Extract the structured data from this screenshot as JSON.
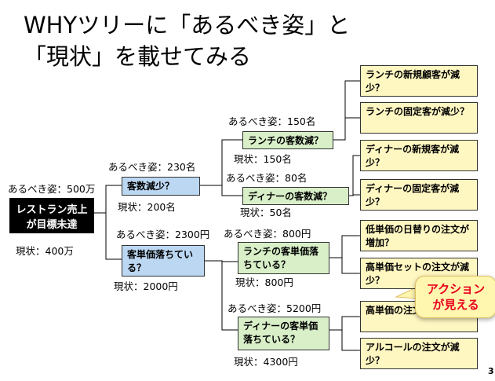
{
  "title": {
    "line1": "WHYツリーに「あるべき姿」と",
    "line2": "「現状」を載せてみる"
  },
  "root": {
    "label": "レストラン売上が目標未達",
    "ideal": "あるべき姿：500万",
    "current": "現状：400万"
  },
  "level1": [
    {
      "label": "客数減少？",
      "ideal": "あるべき姿：230名",
      "current": "現状：200名"
    },
    {
      "label": "客単価落ちている？",
      "ideal": "あるべき姿：2300円",
      "current": "現状：2000円"
    }
  ],
  "level2": [
    {
      "label": "ランチの客数減？",
      "ideal": "あるべき姿：150名",
      "current": "現状：150名"
    },
    {
      "label": "ディナーの客数減？",
      "ideal": "あるべき姿：80名",
      "current": "現状：50名"
    },
    {
      "label": "ランチの客単価落ちている？",
      "ideal": "あるべき姿：800円",
      "current": "現状：800円"
    },
    {
      "label": "ディナーの客単価落ちている？",
      "ideal": "あるべき姿：5200円",
      "current": "現状：4300円"
    }
  ],
  "level3": [
    "ランチの新規顧客が減少？",
    "ランチの固定客が減少？",
    "ディナーの新規客が減少？",
    "ディナーの固定客が減少？",
    "低単価の日替りの注文が増加？",
    "高単価セットの注文が減少？",
    "高単価の注文が減少？",
    "アルコールの注文が減少？"
  ],
  "callout": {
    "line1": "アクション",
    "line2": "が見える"
  },
  "page_number": "3"
}
